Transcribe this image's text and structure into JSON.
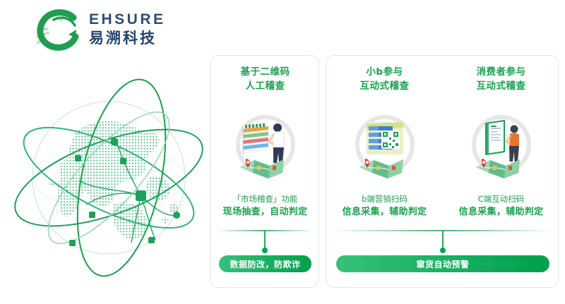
{
  "brand": {
    "name_en": "EHSURE",
    "name_cn": "易溯科技",
    "logo_icon": "ehsure-swoosh-logo",
    "color_text": "#2d4e74",
    "color_accent": "#00a651"
  },
  "decoration": {
    "globe_icon": "dotted-world-globe-with-orbits",
    "globe_color": "#2bb673"
  },
  "cards": [
    {
      "id": "card-1",
      "panels": [
        {
          "title_line1": "基于二维码",
          "title_line2": "人工稽查",
          "illustration_icon": "shelf-inspection-person-with-map-pins",
          "caption_line1": "「市场稽查」功能",
          "caption_line2": "现场抽查，自动判定"
        }
      ],
      "footer": {
        "connector_icon": "line-stem-dot-connector",
        "pill_label": "数据防改，防欺诈"
      }
    },
    {
      "id": "card-2",
      "panels": [
        {
          "title_line1": "小b参与",
          "title_line2": "互动式稽查",
          "illustration_icon": "qr-code-card-with-map-pins",
          "caption_line1": "b端营销扫码",
          "caption_line2": "信息采集，辅助判定"
        },
        {
          "title_line1": "消费者参与",
          "title_line2": "互动式稽查",
          "illustration_icon": "phone-scan-person-with-map-pins",
          "caption_line1": "C端互动扫码",
          "caption_line2": "信息采集，辅助判定"
        }
      ],
      "footer": {
        "connector_icon": "line-stem-dot-connector",
        "pill_label": "窜货自动预警"
      }
    }
  ]
}
